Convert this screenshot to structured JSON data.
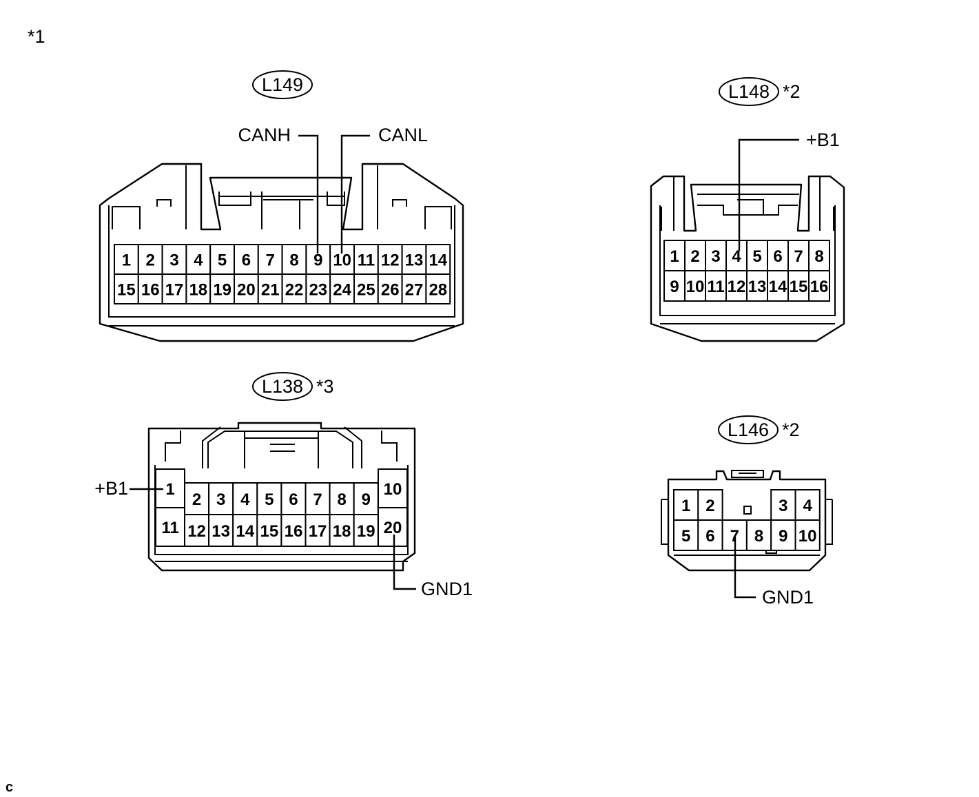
{
  "note_marker": "*1",
  "corner_mark": "c",
  "connectors": [
    {
      "id": "L149",
      "note": "",
      "rows": [
        [
          "1",
          "2",
          "3",
          "4",
          "5",
          "6",
          "7",
          "8",
          "9",
          "10",
          "11",
          "12",
          "13",
          "14"
        ],
        [
          "15",
          "16",
          "17",
          "18",
          "19",
          "20",
          "21",
          "22",
          "23",
          "24",
          "25",
          "26",
          "27",
          "28"
        ]
      ],
      "terminals": [
        {
          "pin": "9",
          "signal": "CANH"
        },
        {
          "pin": "10",
          "signal": "CANL"
        }
      ]
    },
    {
      "id": "L148",
      "note": "*2",
      "rows": [
        [
          "1",
          "2",
          "3",
          "4",
          "5",
          "6",
          "7",
          "8"
        ],
        [
          "9",
          "10",
          "11",
          "12",
          "13",
          "14",
          "15",
          "16"
        ]
      ],
      "terminals": [
        {
          "pin": "4",
          "signal": "+B1"
        }
      ]
    },
    {
      "id": "L138",
      "note": "*3",
      "rows": [
        [
          "1",
          "2",
          "3",
          "4",
          "5",
          "6",
          "7",
          "8",
          "9",
          "10"
        ],
        [
          "11",
          "12",
          "13",
          "14",
          "15",
          "16",
          "17",
          "18",
          "19",
          "20"
        ]
      ],
      "terminals": [
        {
          "pin": "1",
          "signal": "+B1"
        },
        {
          "pin": "20",
          "signal": "GND1"
        }
      ]
    },
    {
      "id": "L146",
      "note": "*2",
      "rows": [
        [
          "1",
          "2",
          "",
          "3",
          "4"
        ],
        [
          "5",
          "6",
          "7",
          "8",
          "9",
          "10"
        ]
      ],
      "terminals": [
        {
          "pin": "7",
          "signal": "GND1"
        }
      ]
    }
  ]
}
